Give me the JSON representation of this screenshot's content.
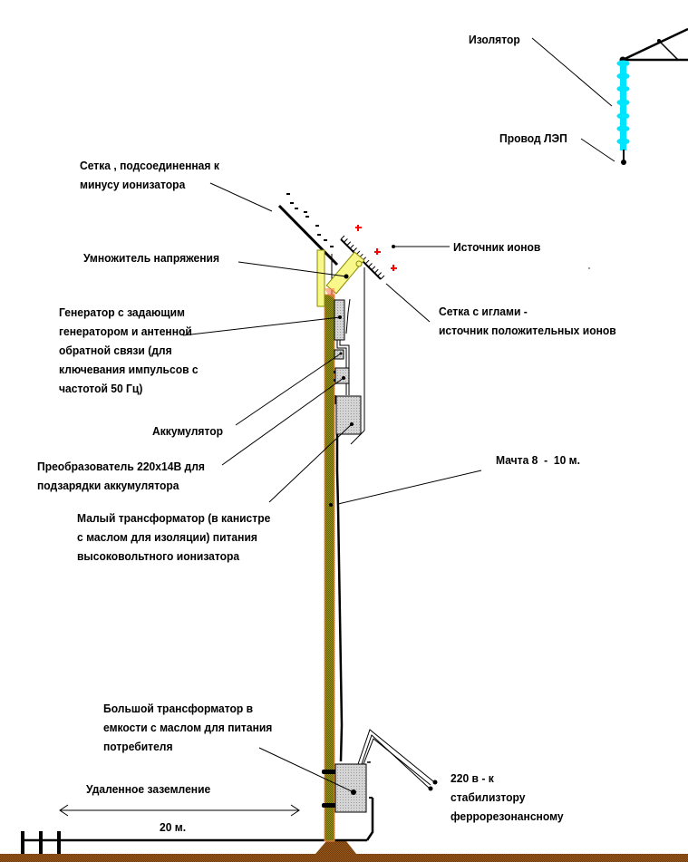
{
  "colors": {
    "mast": "#8a8a10",
    "mast_edge": "#ff7f50",
    "ground": "#8b4a10",
    "insulator": "#00e5ff",
    "multiplier": "#f7f78a",
    "box": "#c8c8c8",
    "plus": "#ff0000"
  },
  "labels": {
    "insulator": [
      "Изолятор"
    ],
    "power_line_wire": [
      "Провод ЛЭП"
    ],
    "negative_grid": [
      "Сетка , подсоединенная к",
      "минусу ионизатора"
    ],
    "voltage_multiplier": [
      "Умножитель напряжения"
    ],
    "ion_source": [
      "Источник ионов"
    ],
    "needle_grid": [
      "Сетка с иглами -",
      "источник положительных ионов"
    ],
    "generator": [
      "Генератор с задающим",
      "генератором и антенной",
      "обратной связи (для",
      "ключевания импульсов с",
      "частотой 50 Гц)"
    ],
    "battery": [
      "Аккумулятор"
    ],
    "converter": [
      "Преобразователь 220х14В для",
      "подзарядки аккумулятора"
    ],
    "mast": [
      "Мачта 8  -  10 м."
    ],
    "small_transformer": [
      "Малый трансформатор (в канистре",
      "с маслом для изоляции) питания",
      "высоковольтного ионизатора"
    ],
    "large_transformer": [
      "Большой трансформатор в",
      "емкости с маслом для питания",
      "потребителя"
    ],
    "remote_ground": [
      "Удаленное заземление"
    ],
    "distance": [
      "20 м."
    ],
    "output_220v": [
      "220 в - к",
      "стабилизтору",
      "феррорезонансному"
    ]
  },
  "symbols": {
    "minus": "-",
    "plus": "+"
  }
}
